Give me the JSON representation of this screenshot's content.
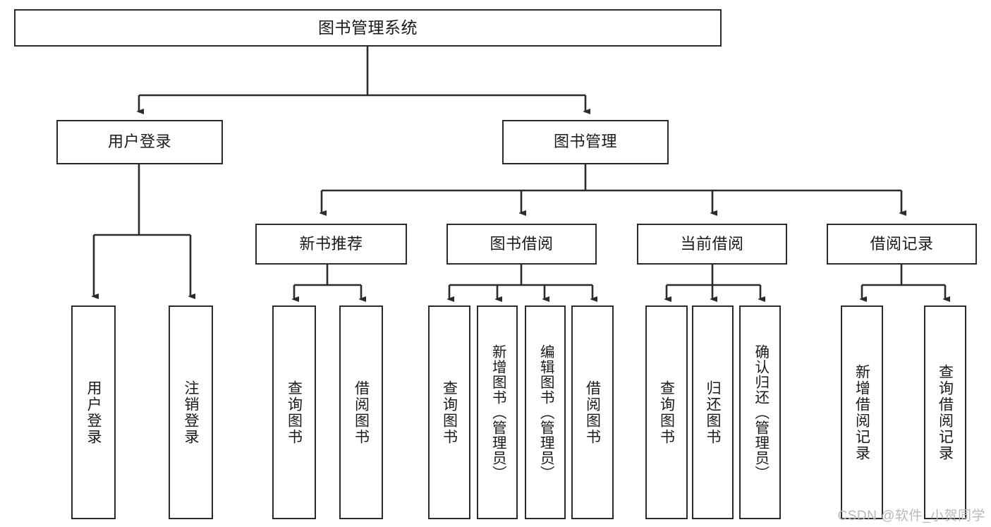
{
  "diagram": {
    "title": "图书管理系统",
    "type": "tree",
    "watermark": "CSDN @软件_小贺同学",
    "colors": {
      "box_border": "#2b2b2b",
      "box_fill": "#ffffff",
      "connector": "#333333",
      "text": "#1a1a1a",
      "watermark": "#b9b9b9"
    },
    "nodes": {
      "root": {
        "label": "图书管理系统"
      },
      "level2": [
        {
          "id": "user-login",
          "label": "用户登录"
        },
        {
          "id": "book-management",
          "label": "图书管理"
        }
      ],
      "level3": [
        {
          "id": "new-book-recommend",
          "label": "新书推荐"
        },
        {
          "id": "book-borrow",
          "label": "图书借阅"
        },
        {
          "id": "current-borrow",
          "label": "当前借阅"
        },
        {
          "id": "borrow-record",
          "label": "借阅记录"
        }
      ],
      "leaves": [
        {
          "id": "leaf-user-login",
          "label": "用户登录",
          "parent": "user-login"
        },
        {
          "id": "leaf-logout",
          "label": "注销登录",
          "parent": "user-login"
        },
        {
          "id": "leaf-query-book-1",
          "label": "查询图书",
          "parent": "new-book-recommend"
        },
        {
          "id": "leaf-borrow-book-1",
          "label": "借阅图书",
          "parent": "new-book-recommend"
        },
        {
          "id": "leaf-query-book-2",
          "label": "查询图书",
          "parent": "book-borrow"
        },
        {
          "id": "leaf-add-book",
          "label": "新增图书（管理员）",
          "parent": "book-borrow"
        },
        {
          "id": "leaf-edit-book",
          "label": "编辑图书（管理员）",
          "parent": "book-borrow"
        },
        {
          "id": "leaf-borrow-book-2",
          "label": "借阅图书",
          "parent": "book-borrow"
        },
        {
          "id": "leaf-query-book-3",
          "label": "查询图书",
          "parent": "current-borrow"
        },
        {
          "id": "leaf-return-book",
          "label": "归还图书",
          "parent": "current-borrow"
        },
        {
          "id": "leaf-confirm-return",
          "label": "确认归还（管理员）",
          "parent": "current-borrow"
        },
        {
          "id": "leaf-add-record",
          "label": "新增借阅记录",
          "parent": "borrow-record"
        },
        {
          "id": "leaf-query-record",
          "label": "查询借阅记录",
          "parent": "borrow-record"
        }
      ]
    }
  }
}
